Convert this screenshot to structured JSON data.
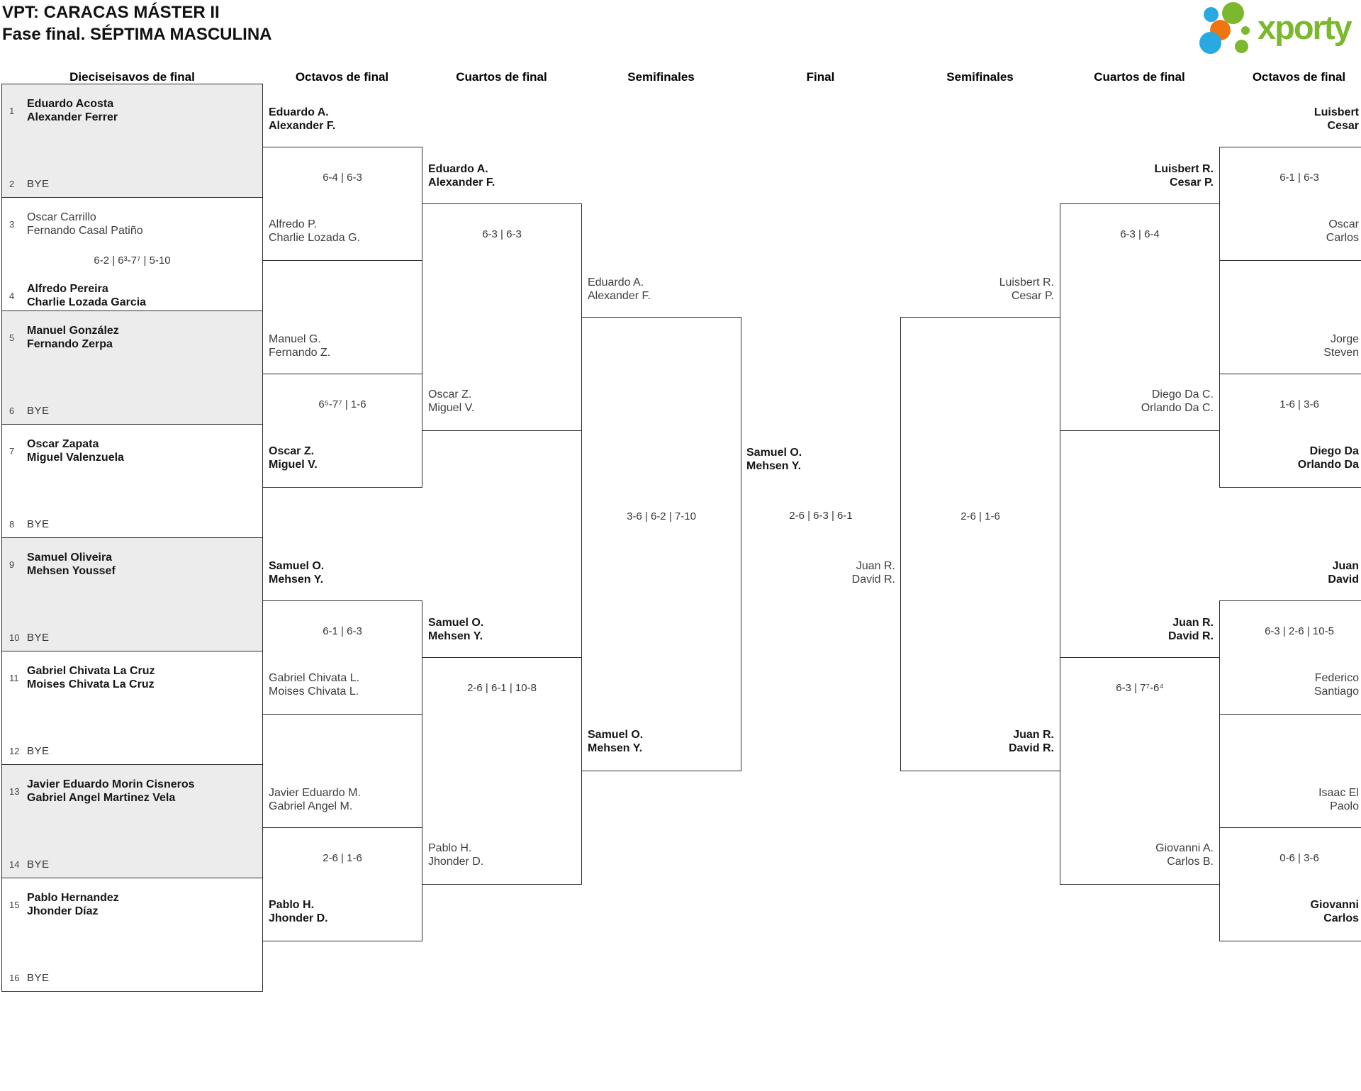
{
  "title": {
    "line1": "VPT: CARACAS MÁSTER II",
    "line2": "Fase final. SÉPTIMA MASCULINA"
  },
  "brand": {
    "name": "xporty",
    "green": "#7cb82e",
    "blue": "#29a9e1",
    "orange": "#ee7511"
  },
  "round_headers": [
    "Dieciseisavos de final",
    "Octavos de final",
    "Cuartos de final",
    "Semifinales",
    "Final",
    "Semifinales",
    "Cuartos de final",
    "Octavos de final"
  ],
  "dieciseisavos": [
    {
      "top": {
        "seed": "1",
        "line1": "Eduardo Acosta",
        "line2": "Alexander Ferrer",
        "winner": true
      },
      "score": "",
      "bottom": {
        "seed": "2",
        "label": "BYE",
        "bye": true
      }
    },
    {
      "top": {
        "seed": "3",
        "line1": "Oscar Carrillo",
        "line2": "Fernando Casal Patiño",
        "winner": false
      },
      "score": "6-2 | 6³-7⁷ | 5-10",
      "bottom": {
        "seed": "4",
        "line1": "Alfredo Pereira",
        "line2": "Charlie Lozada Garcia",
        "winner": true
      }
    },
    {
      "top": {
        "seed": "5",
        "line1": "Manuel González",
        "line2": "Fernando Zerpa",
        "winner": true
      },
      "score": "",
      "bottom": {
        "seed": "6",
        "label": "BYE",
        "bye": true
      }
    },
    {
      "top": {
        "seed": "7",
        "line1": "Oscar Zapata",
        "line2": "Miguel Valenzuela",
        "winner": true
      },
      "score": "",
      "bottom": {
        "seed": "8",
        "label": "BYE",
        "bye": true
      }
    },
    {
      "top": {
        "seed": "9",
        "line1": "Samuel Oliveira",
        "line2": "Mehsen Youssef",
        "winner": true
      },
      "score": "",
      "bottom": {
        "seed": "10",
        "label": "BYE",
        "bye": true
      }
    },
    {
      "top": {
        "seed": "11",
        "line1": "Gabriel Chivata La Cruz",
        "line2": "Moises Chivata La Cruz",
        "winner": true
      },
      "score": "",
      "bottom": {
        "seed": "12",
        "label": "BYE",
        "bye": true
      }
    },
    {
      "top": {
        "seed": "13",
        "line1": "Javier Eduardo Morin Cisneros",
        "line2": "Gabriel Angel Martinez Vela",
        "winner": true
      },
      "score": "",
      "bottom": {
        "seed": "14",
        "label": "BYE",
        "bye": true
      }
    },
    {
      "top": {
        "seed": "15",
        "line1": "Pablo Hernandez",
        "line2": "Jhonder Díaz",
        "winner": true
      },
      "score": "",
      "bottom": {
        "seed": "16",
        "label": "BYE",
        "bye": true
      }
    }
  ],
  "octavos_left": [
    {
      "top": {
        "line1": "Eduardo A.",
        "line2": "Alexander F.",
        "winner": true
      },
      "score": "6-4 | 6-3",
      "bottom": {
        "line1": "Alfredo P.",
        "line2": "Charlie Lozada G.",
        "winner": false
      }
    },
    {
      "top": {
        "line1": "Manuel G.",
        "line2": "Fernando Z.",
        "winner": false
      },
      "score": "6⁵-7⁷ | 1-6",
      "bottom": {
        "line1": "Oscar Z.",
        "line2": "Miguel V.",
        "winner": true
      }
    },
    {
      "top": {
        "line1": "Samuel O.",
        "line2": "Mehsen Y.",
        "winner": true
      },
      "score": "6-1 | 6-3",
      "bottom": {
        "line1": "Gabriel Chivata L.",
        "line2": "Moises Chivata L.",
        "winner": false
      }
    },
    {
      "top": {
        "line1": "Javier Eduardo M.",
        "line2": "Gabriel Angel M.",
        "winner": false
      },
      "score": "2-6 | 1-6",
      "bottom": {
        "line1": "Pablo H.",
        "line2": "Jhonder D.",
        "winner": true
      }
    }
  ],
  "cuartos_left": [
    {
      "top": {
        "line1": "Eduardo A.",
        "line2": "Alexander F.",
        "winner": true
      },
      "score": "6-3 | 6-3",
      "bottom": {
        "line1": "Oscar Z.",
        "line2": "Miguel V.",
        "winner": false
      }
    },
    {
      "top": {
        "line1": "Samuel O.",
        "line2": "Mehsen Y.",
        "winner": true
      },
      "score": "2-6 | 6-1 | 10-8",
      "bottom": {
        "line1": "Pablo H.",
        "line2": "Jhonder D.",
        "winner": false
      }
    }
  ],
  "semifinal_left": {
    "top": {
      "line1": "Eduardo A.",
      "line2": "Alexander F.",
      "winner": false
    },
    "score": "3-6 | 6-2 | 7-10",
    "bottom": {
      "line1": "Samuel O.",
      "line2": "Mehsen Y.",
      "winner": true
    }
  },
  "final": {
    "left": {
      "line1": "Samuel O.",
      "line2": "Mehsen Y.",
      "winner": true
    },
    "score": "2-6 | 6-3 | 6-1",
    "right": {
      "line1": "Juan R.",
      "line2": "David R.",
      "winner": false
    }
  },
  "semifinal_right": {
    "top": {
      "line1": "Luisbert R.",
      "line2": "Cesar P.",
      "winner": false
    },
    "score": "2-6 | 1-6",
    "bottom": {
      "line1": "Juan R.",
      "line2": "David R.",
      "winner": true
    }
  },
  "cuartos_right": [
    {
      "top": {
        "line1": "Luisbert R.",
        "line2": "Cesar P.",
        "winner": true
      },
      "score": "6-3 | 6-4",
      "bottom": {
        "line1": "Diego Da C.",
        "line2": "Orlando Da C.",
        "winner": false
      }
    },
    {
      "top": {
        "line1": "Juan R.",
        "line2": "David R.",
        "winner": true
      },
      "score": "6-3 | 7⁷-6⁴",
      "bottom": {
        "line1": "Giovanni A.",
        "line2": "Carlos B.",
        "winner": false
      }
    }
  ],
  "octavos_right": [
    {
      "top": {
        "line1": "Luisbert",
        "line2": "Cesar",
        "winner": true
      },
      "score": "6-1 | 6-3",
      "bottom": {
        "line1": "Oscar",
        "line2": "Carlos",
        "winner": false
      }
    },
    {
      "top": {
        "line1": "Jorge",
        "line2": "Steven",
        "winner": false
      },
      "score": "1-6 | 3-6",
      "bottom": {
        "line1": "Diego Da",
        "line2": "Orlando Da",
        "winner": true
      }
    },
    {
      "top": {
        "line1": "Juan",
        "line2": "David",
        "winner": true
      },
      "score": "6-3 | 2-6 | 10-5",
      "bottom": {
        "line1": "Federico",
        "line2": "Santiago",
        "winner": false
      }
    },
    {
      "top": {
        "line1": "Isaac El",
        "line2": "Paolo",
        "winner": false
      },
      "score": "0-6 | 3-6",
      "bottom": {
        "line1": "Giovanni",
        "line2": "Carlos",
        "winner": true
      }
    }
  ]
}
